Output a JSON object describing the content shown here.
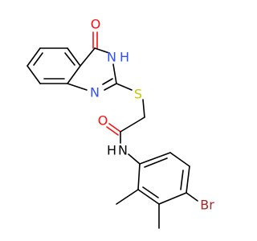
{
  "molecule": {
    "atoms": {
      "o_carbonyl_top": "O",
      "n3_h": "N",
      "h_on_n3": "H",
      "n1": "N",
      "s_thioether": "S",
      "o_amide": "O",
      "n_amide": "N",
      "h_on_n_amide": "H",
      "br": "Br"
    }
  },
  "colors": {
    "oxygen": "#ff0d0d",
    "nitrogen": "#3050f8",
    "sulfur": "#c8c800",
    "bromine": "#a62929",
    "carbon_bond": "#000000"
  }
}
